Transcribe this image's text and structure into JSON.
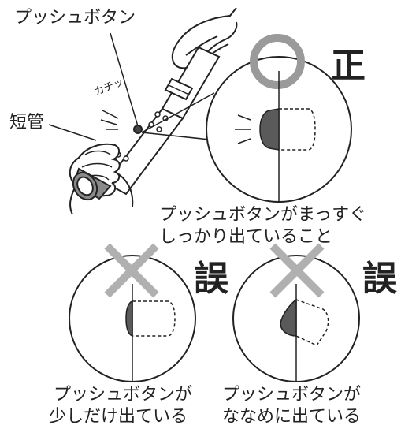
{
  "labels": {
    "push_button": "プッシュボタン",
    "short_tube": "短管",
    "click_sound": "カチッ"
  },
  "panels": {
    "correct": {
      "mark": "正",
      "caption_line1": "プッシュボタンがまっすぐ",
      "caption_line2": "しっかり出ていること"
    },
    "wrong_left": {
      "mark": "誤",
      "caption_line1": "プッシュボタンが",
      "caption_line2": "少しだけ出ている"
    },
    "wrong_right": {
      "mark": "誤",
      "caption_line1": "プッシュボタンが",
      "caption_line2": "ななめに出ている"
    }
  },
  "colors": {
    "ok_ring": "#9a9a9a",
    "ng_cross": "#b0b0b0",
    "button_fill": "#5a5a5a",
    "sleeve_fill": "#8a8a8a",
    "line": "#222222"
  },
  "icons": {
    "ok": "circle-mark-icon",
    "ng": "cross-mark-icon"
  }
}
